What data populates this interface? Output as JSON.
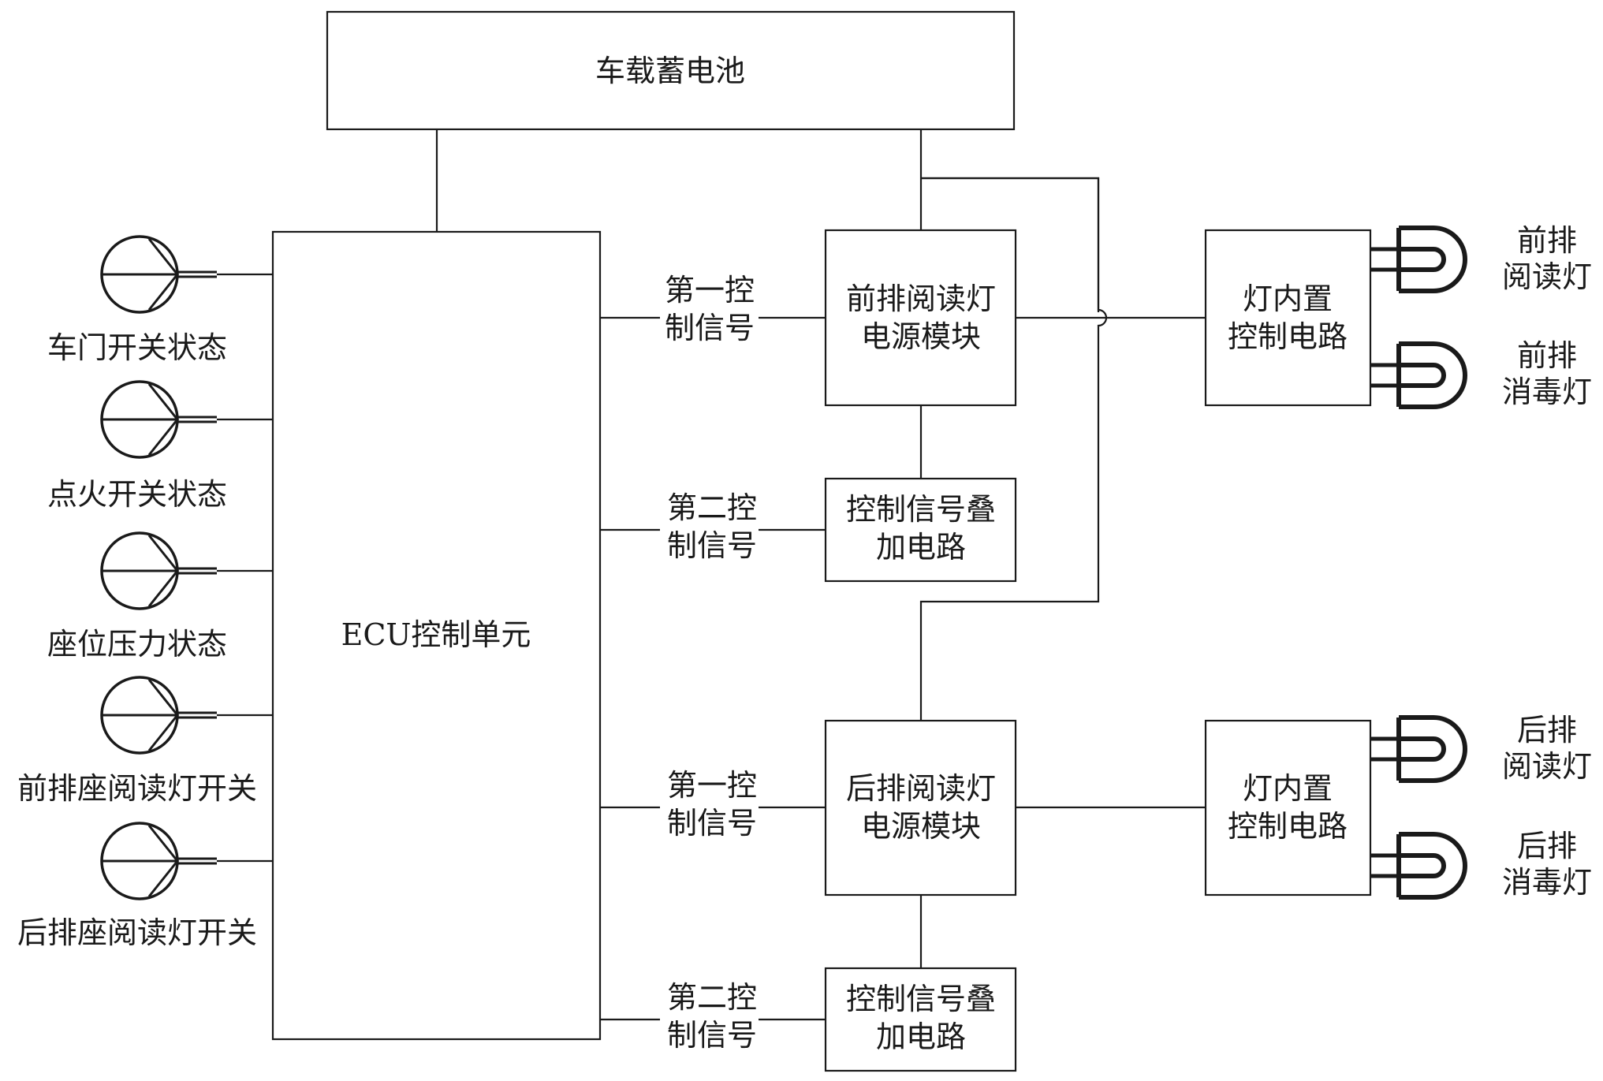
{
  "blocks": {
    "battery": "车载蓄电池",
    "ecu": "ECU控制单元",
    "front_power": [
      "前排阅读灯",
      "电源模块"
    ],
    "front_overlay": [
      "控制信号叠",
      "加电路"
    ],
    "rear_power": [
      "后排阅读灯",
      "电源模块"
    ],
    "rear_overlay": [
      "控制信号叠",
      "加电路"
    ],
    "front_lamp_ctrl": [
      "灯内置",
      "控制电路"
    ],
    "rear_lamp_ctrl": [
      "灯内置",
      "控制电路"
    ]
  },
  "sensors": [
    "车门开关状态",
    "点火开关状态",
    "座位压力状态",
    "前排座阅读灯开关",
    "后排座阅读灯开关"
  ],
  "signals": {
    "front_first": [
      "第一控",
      "制信号"
    ],
    "front_second": [
      "第二控",
      "制信号"
    ],
    "rear_first": [
      "第一控",
      "制信号"
    ],
    "rear_second": [
      "第二控",
      "制信号"
    ]
  },
  "lamps": {
    "front_reading": [
      "前排",
      "阅读灯"
    ],
    "front_disinfect": [
      "前排",
      "消毒灯"
    ],
    "rear_reading": [
      "后排",
      "阅读灯"
    ],
    "rear_disinfect": [
      "后排",
      "消毒灯"
    ]
  }
}
